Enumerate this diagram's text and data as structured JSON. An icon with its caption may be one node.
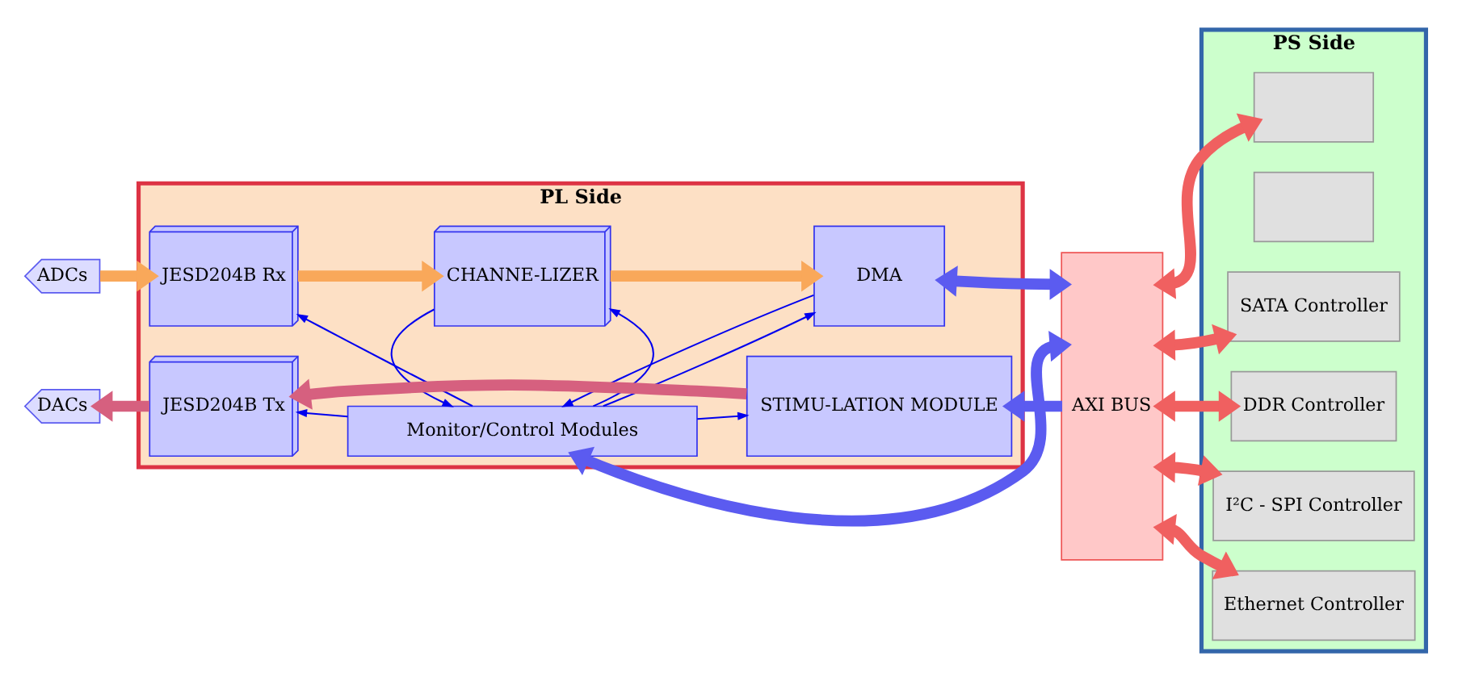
{
  "diagram": {
    "nodes": [
      {
        "text": [
          "ADCs"
        ]
      },
      {
        "text": [
          "DACs"
        ]
      },
      {
        "text": [
          "PL Side"
        ]
      },
      {
        "text": [
          "JESD204B Rx"
        ],
        "in": 2
      },
      {
        "text": [
          "CHANNE-LIZER"
        ],
        "in": 2
      },
      {
        "text": [
          "DMA"
        ],
        "in": 2
      },
      {
        "text": [
          "Monitor/Control Modules"
        ],
        "in": 2
      },
      {
        "text": [
          "JESD204B Tx"
        ],
        "in": 2
      },
      {
        "text": [
          "STIMU-LATION MODULE"
        ],
        "in": 2
      },
      {
        "text": [
          "AXI BUS"
        ]
      },
      {
        "text": [
          "PS Side"
        ]
      },
      {
        "text": [],
        "shape": "box",
        "in": 10
      },
      {
        "text": [],
        "shape": "box",
        "in": 10
      },
      {
        "text": [
          "SATA Controller"
        ],
        "in": 10
      },
      {
        "text": [
          "DDR Controller"
        ],
        "in": 10
      },
      {
        "text": [
          "I²C - SPI Controller"
        ],
        "in": 10
      },
      {
        "text": [
          "Ethernet Controller"
        ],
        "in": 10
      }
    ],
    "edges": [
      {
        "from": 0,
        "to": 3,
        "arrow": "to",
        "color": "#f9a85a"
      },
      {
        "from": 3,
        "to": 4,
        "arrow": "to",
        "color": "#f9a85a"
      },
      {
        "from": 4,
        "to": 5,
        "arrow": "to",
        "color": "#f9a85a"
      },
      {
        "from": 5,
        "to": 9,
        "arrow": "both",
        "color": "#5b5bf0"
      },
      {
        "from": 6,
        "to": 9,
        "arrow": "both",
        "color": "#5b5bf0"
      },
      {
        "from": 9,
        "to": 8,
        "arrow": "to",
        "color": "#5b5bf0"
      },
      {
        "from": 8,
        "to": 7,
        "arrow": "to",
        "color": "#d6607f"
      },
      {
        "from": 7,
        "to": 1,
        "arrow": "to",
        "color": "#d6607f"
      },
      {
        "from": 6,
        "to": 3,
        "arrow": "to"
      },
      {
        "from": 6,
        "to": 4,
        "arrow": "to"
      },
      {
        "from": 4,
        "to": 6,
        "arrow": "to"
      },
      {
        "from": 6,
        "to": 5,
        "arrow": "to"
      },
      {
        "from": 5,
        "to": 6,
        "arrow": "to"
      },
      {
        "from": 6,
        "to": 7,
        "arrow": "to"
      },
      {
        "from": 6,
        "to": 8,
        "arrow": "to"
      },
      {
        "from": 9,
        "to": 11,
        "arrow": "both",
        "color": "#f06060"
      },
      {
        "from": 9,
        "to": 13,
        "arrow": "both",
        "color": "#f06060"
      },
      {
        "from": 9,
        "to": 14,
        "arrow": "both",
        "color": "#f06060"
      },
      {
        "from": 9,
        "to": 15,
        "arrow": "both",
        "color": "#f06060"
      },
      {
        "from": 9,
        "to": 16,
        "arrow": "both",
        "color": "#f06060"
      }
    ]
  }
}
